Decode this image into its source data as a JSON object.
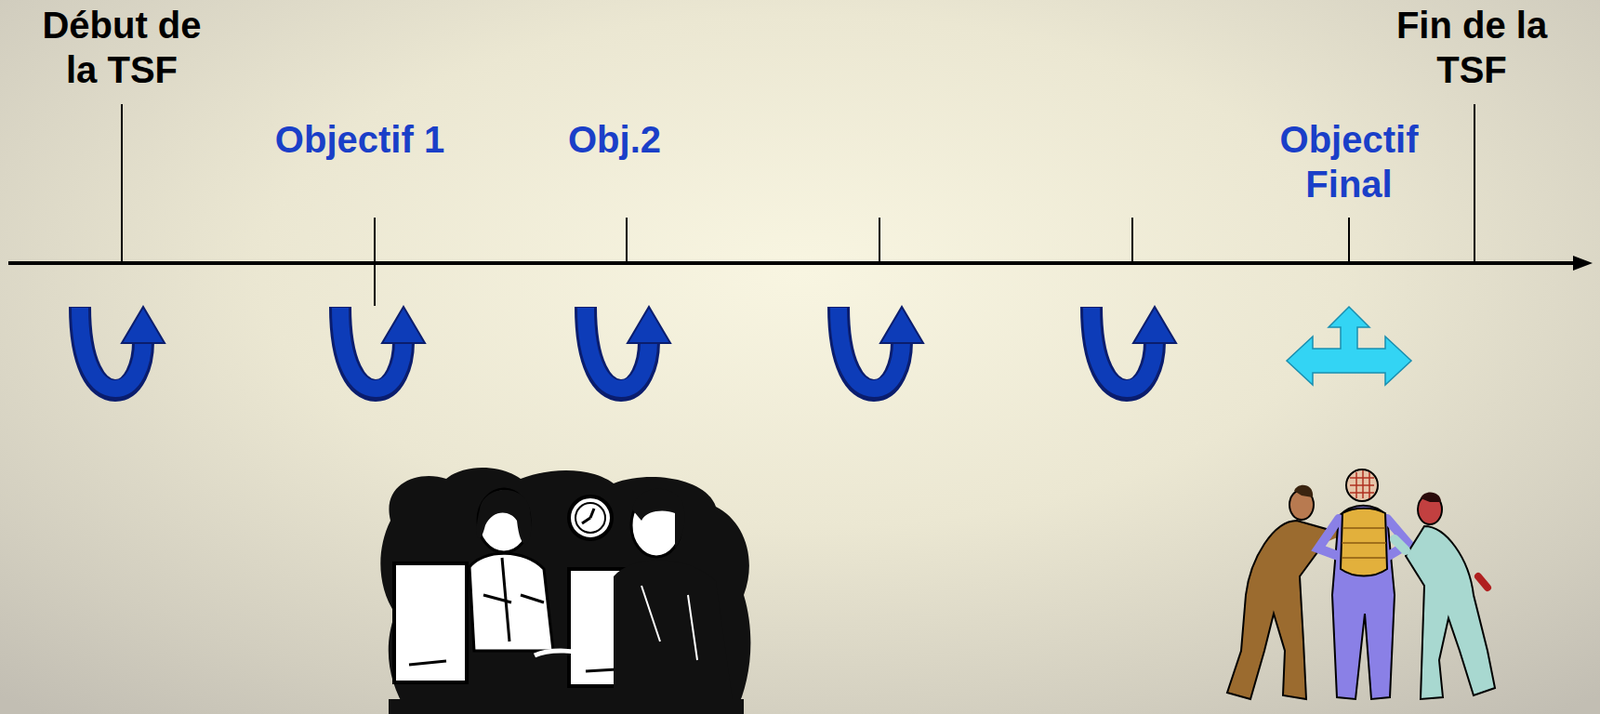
{
  "diagram": {
    "labels": [
      "Début de la TSF",
      "Objectif 1",
      "Obj.2",
      "Objectif Final",
      "Fin de la TSF"
    ]
  }
}
